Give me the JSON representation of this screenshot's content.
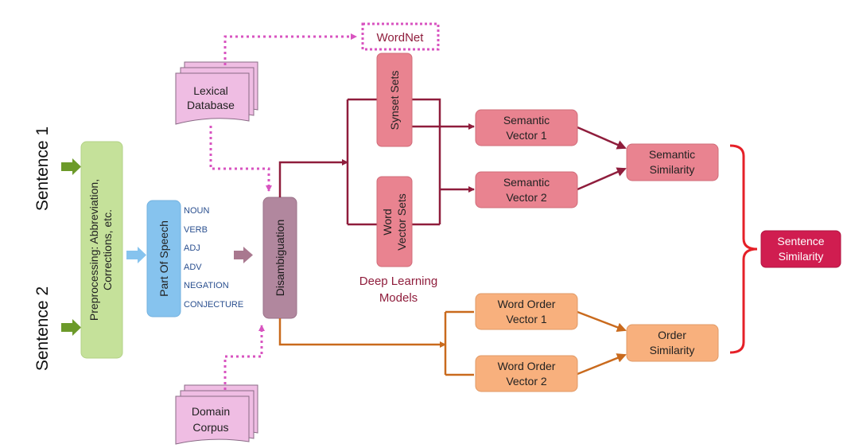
{
  "inputs": {
    "sentence1": "Sentence 1",
    "sentence2": "Sentence 2"
  },
  "preprocessing": {
    "line1": "Preprocessing: Abbreviation,",
    "line2": "Corrections, etc."
  },
  "pos": {
    "label": "Part Of Speech",
    "tags": [
      "NOUN",
      "VERB",
      "ADJ",
      "ADV",
      "NEGATION",
      "CONJECTURE"
    ]
  },
  "disambiguation": {
    "label": "Disambiguation"
  },
  "lexical_db": {
    "line1": "Lexical",
    "line2": "Database"
  },
  "domain_corpus": {
    "line1": "Domain",
    "line2": "Corpus"
  },
  "wordnet": {
    "label": "WordNet"
  },
  "synset_sets": {
    "label": "Synset Sets"
  },
  "word_vector_sets": {
    "line1": "Word",
    "line2": "Vector Sets"
  },
  "deep_learning": {
    "line1": "Deep Learning",
    "line2": "Models"
  },
  "semantic_vector_1": {
    "line1": "Semantic",
    "line2": "Vector 1"
  },
  "semantic_vector_2": {
    "line1": "Semantic",
    "line2": "Vector 2"
  },
  "semantic_similarity": {
    "line1": "Semantic",
    "line2": "Similarity"
  },
  "word_order_vector_1": {
    "line1": "Word Order",
    "line2": "Vector 1"
  },
  "word_order_vector_2": {
    "line1": "Word Order",
    "line2": "Vector 2"
  },
  "order_similarity": {
    "line1": "Order",
    "line2": "Similarity"
  },
  "sentence_similarity": {
    "line1": "Sentence",
    "line2": "Similarity"
  },
  "colors": {
    "preprocessing_fill": "#c5e19a",
    "pos_fill": "#86c3ee",
    "disambiguation_fill": "#b1879e",
    "document_fill": "#efbde3",
    "semantic_fill": "#e98390",
    "order_fill": "#f8b07d",
    "sentence_similarity_fill": "#d01d50",
    "dark_red_line": "#8f1d3c",
    "orange_line": "#c96a1d",
    "dotted_pink": "#d854c0",
    "green_arrow": "#6c9a2a",
    "tag_blue": "#2a4f8f",
    "bracket_red": "#e52028"
  }
}
